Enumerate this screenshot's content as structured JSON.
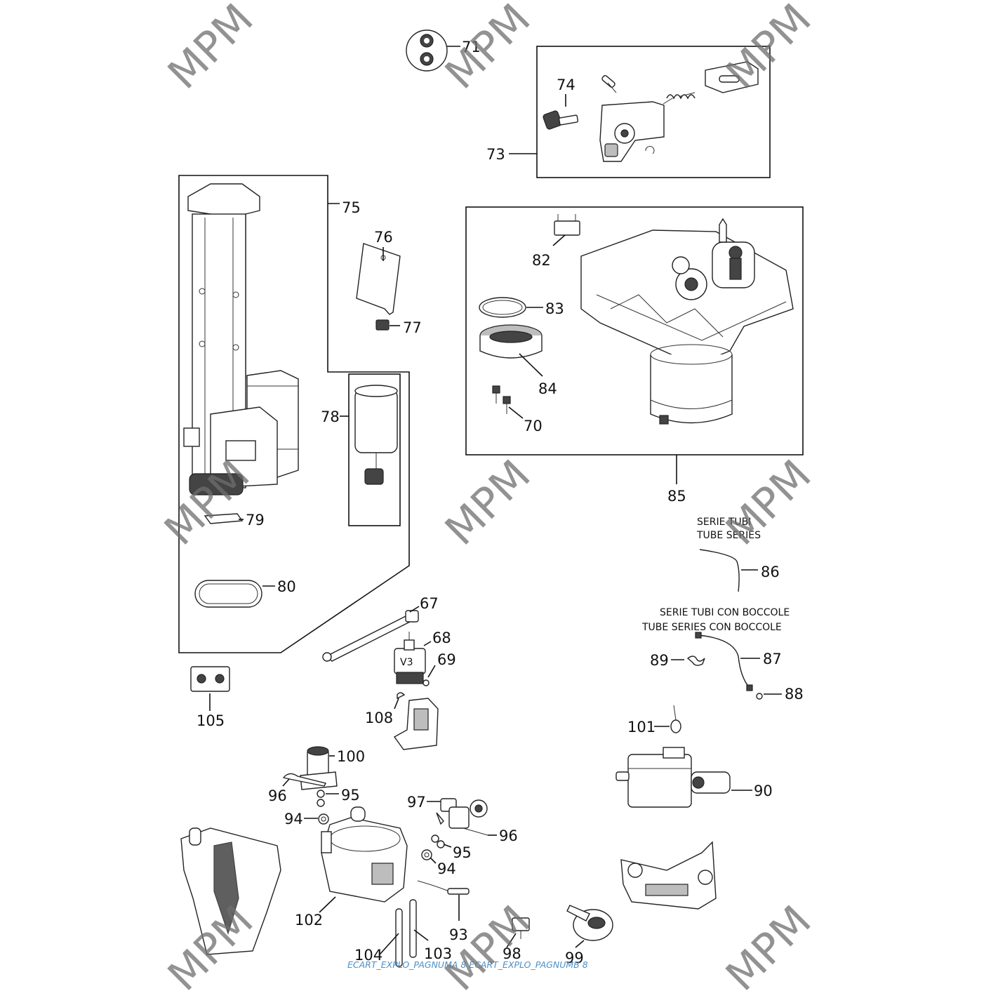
{
  "watermark": {
    "text": "MPM",
    "color": "#6e6e6e"
  },
  "labels": [
    {
      "id": "71",
      "text": "71"
    },
    {
      "id": "74",
      "text": "74"
    },
    {
      "id": "73",
      "text": "73"
    },
    {
      "id": "75",
      "text": "75"
    },
    {
      "id": "76",
      "text": "76"
    },
    {
      "id": "77",
      "text": "77"
    },
    {
      "id": "82",
      "text": "82"
    },
    {
      "id": "83",
      "text": "83"
    },
    {
      "id": "84",
      "text": "84"
    },
    {
      "id": "70",
      "text": "70"
    },
    {
      "id": "78",
      "text": "78"
    },
    {
      "id": "85",
      "text": "85"
    },
    {
      "id": "79",
      "text": "79"
    },
    {
      "id": "80",
      "text": "80"
    },
    {
      "id": "86",
      "text": "86"
    },
    {
      "id": "67",
      "text": "67"
    },
    {
      "id": "68",
      "text": "68"
    },
    {
      "id": "69",
      "text": "69"
    },
    {
      "id": "87",
      "text": "87"
    },
    {
      "id": "89",
      "text": "89"
    },
    {
      "id": "88",
      "text": "88"
    },
    {
      "id": "105",
      "text": "105"
    },
    {
      "id": "108",
      "text": "108"
    },
    {
      "id": "101",
      "text": "101"
    },
    {
      "id": "100",
      "text": "100"
    },
    {
      "id": "96a",
      "text": "96"
    },
    {
      "id": "95a",
      "text": "95"
    },
    {
      "id": "90",
      "text": "90"
    },
    {
      "id": "97",
      "text": "97"
    },
    {
      "id": "94a",
      "text": "94"
    },
    {
      "id": "96b",
      "text": "96"
    },
    {
      "id": "95b",
      "text": "95"
    },
    {
      "id": "94b",
      "text": "94"
    },
    {
      "id": "102",
      "text": "102"
    },
    {
      "id": "93",
      "text": "93"
    },
    {
      "id": "104",
      "text": "104"
    },
    {
      "id": "103",
      "text": "103"
    },
    {
      "id": "98",
      "text": "98"
    },
    {
      "id": "99",
      "text": "99"
    }
  ],
  "notes": {
    "tube_series_1": "SERIE TUBI",
    "tube_series_2": "TUBE SERIES",
    "tube_bushings_1": "SERIE TUBI CON BOCCOLE",
    "tube_bushings_2": "TUBE SERIES CON BOCCOLE",
    "valve_mark": "V3"
  },
  "footer": {
    "text": "ECART_EXPLO_PAGNUMA 8 ECART_EXPLO_PAGNUMB 8",
    "color": "#4a90c8"
  }
}
